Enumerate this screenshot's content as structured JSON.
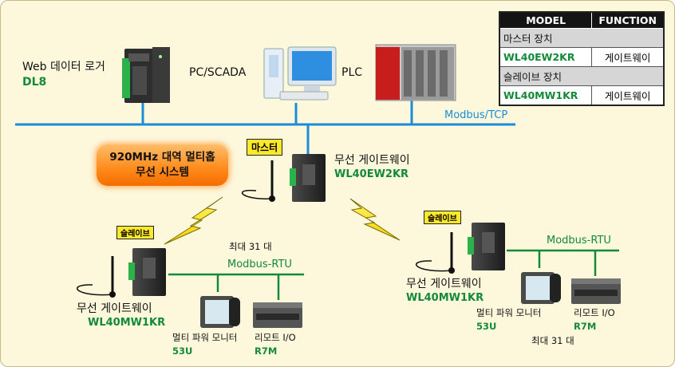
{
  "table": {
    "headers": [
      "MODEL",
      "FUNCTION"
    ],
    "groups": [
      {
        "title": "마스터 장치",
        "model": "WL40EW2KR",
        "function": "게이트웨이"
      },
      {
        "title": "슬레이브 장치",
        "model": "WL40MW1KR",
        "function": "게이트웨이"
      }
    ]
  },
  "logger": {
    "label": "Web 데이터 로거",
    "model": "DL8"
  },
  "pc": {
    "label": "PC/SCADA"
  },
  "plc": {
    "label": "PLC"
  },
  "bus": {
    "label": "Modbus/TCP"
  },
  "banner": {
    "line1": "920MHz 대역 멀티홉",
    "line2": "무선 시스템"
  },
  "master": {
    "tag": "마스터",
    "label": "무선 게이트웨이",
    "model": "WL40EW2KR"
  },
  "slave_left": {
    "tag": "슬레이브",
    "label": "무선 게이트웨이",
    "model": "WL40MW1KR",
    "max_label": "최대 31 대",
    "rtu_label": "Modbus-RTU",
    "monitor_label": "멀티 파워 모니터",
    "monitor_model": "53U",
    "io_label": "리모트 I/O",
    "io_model": "R7M"
  },
  "slave_right": {
    "tag": "슬레이브",
    "label": "무선 게이트웨이",
    "model": "WL40MW1KR",
    "max_label": "최대 31 대",
    "rtu_label": "Modbus-RTU",
    "monitor_label": "멀티 파워 모니터",
    "monitor_model": "53U",
    "io_label": "리모트 I/O",
    "io_model": "R7M"
  },
  "colors": {
    "background": "#fdf7dc",
    "ethernet": "#1a8cd8",
    "rtu": "#13893a",
    "model_text": "#13893a",
    "tag": "#ffe92a",
    "banner": "#ff8a1a"
  }
}
